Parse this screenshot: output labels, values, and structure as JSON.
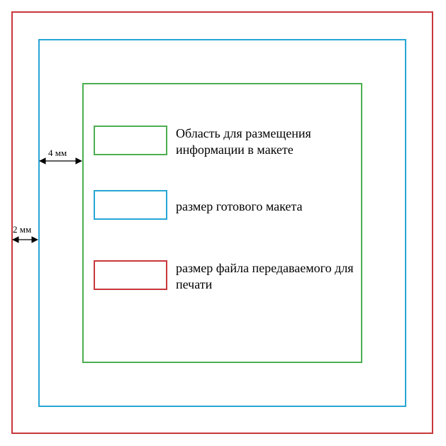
{
  "colors": {
    "content_area": "#4caf50",
    "finished_size": "#27a6d6",
    "file_size": "#c8373a"
  },
  "dimensions": {
    "inner_offset": "4 мм",
    "outer_offset": "2 мм"
  },
  "legend": {
    "content_area": "Область для размещения информации в макете",
    "finished_size": "размер готового макета",
    "file_size": "размер файла передаваемого для печати"
  }
}
